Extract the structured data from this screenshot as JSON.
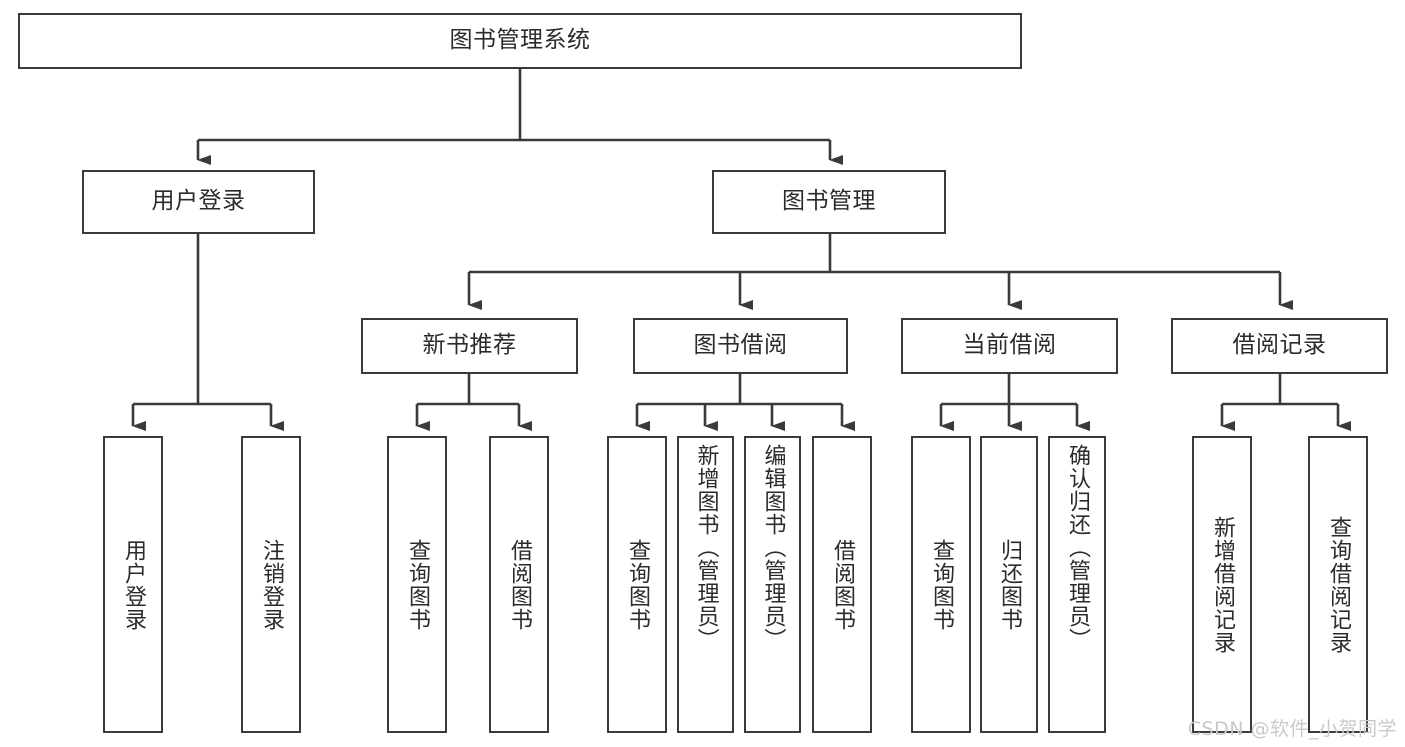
{
  "diagram": {
    "title": "图书管理系统",
    "type": "tree-hierarchy",
    "watermark": "CSDN @软件_小贺同学",
    "colors": {
      "box_border": "#3a3a3a",
      "box_fill": "#ffffff",
      "text": "#2b2b2b",
      "connector": "#3a3a3a",
      "watermark": "#c9c9c9",
      "background": "#ffffff"
    },
    "root": {
      "label": "图书管理系统"
    },
    "level2": [
      {
        "id": "user-login",
        "label": "用户登录"
      },
      {
        "id": "book-manage",
        "label": "图书管理"
      }
    ],
    "level3": [
      {
        "id": "new-book-rec",
        "label": "新书推荐"
      },
      {
        "id": "book-borrow",
        "label": "图书借阅"
      },
      {
        "id": "current-borrow",
        "label": "当前借阅"
      },
      {
        "id": "borrow-record",
        "label": "借阅记录"
      }
    ],
    "leaves": {
      "user_login": [
        {
          "id": "leaf-user-login",
          "label": "用户登录"
        },
        {
          "id": "leaf-logout",
          "label": "注销登录"
        }
      ],
      "new_book_rec": [
        {
          "id": "leaf-query-book-1",
          "label": "查询图书"
        },
        {
          "id": "leaf-borrow-book-1",
          "label": "借阅图书"
        }
      ],
      "book_borrow": [
        {
          "id": "leaf-query-book-2",
          "label": "查询图书"
        },
        {
          "id": "leaf-add-book",
          "label": "新增图书（管理员）"
        },
        {
          "id": "leaf-edit-book",
          "label": "编辑图书（管理员）"
        },
        {
          "id": "leaf-borrow-book-2",
          "label": "借阅图书"
        }
      ],
      "current_borrow": [
        {
          "id": "leaf-query-book-3",
          "label": "查询图书"
        },
        {
          "id": "leaf-return-book",
          "label": "归还图书"
        },
        {
          "id": "leaf-confirm-return",
          "label": "确认归还（管理员）"
        }
      ],
      "borrow_record": [
        {
          "id": "leaf-add-record",
          "label": "新增借阅记录"
        },
        {
          "id": "leaf-query-record",
          "label": "查询借阅记录"
        }
      ]
    }
  }
}
